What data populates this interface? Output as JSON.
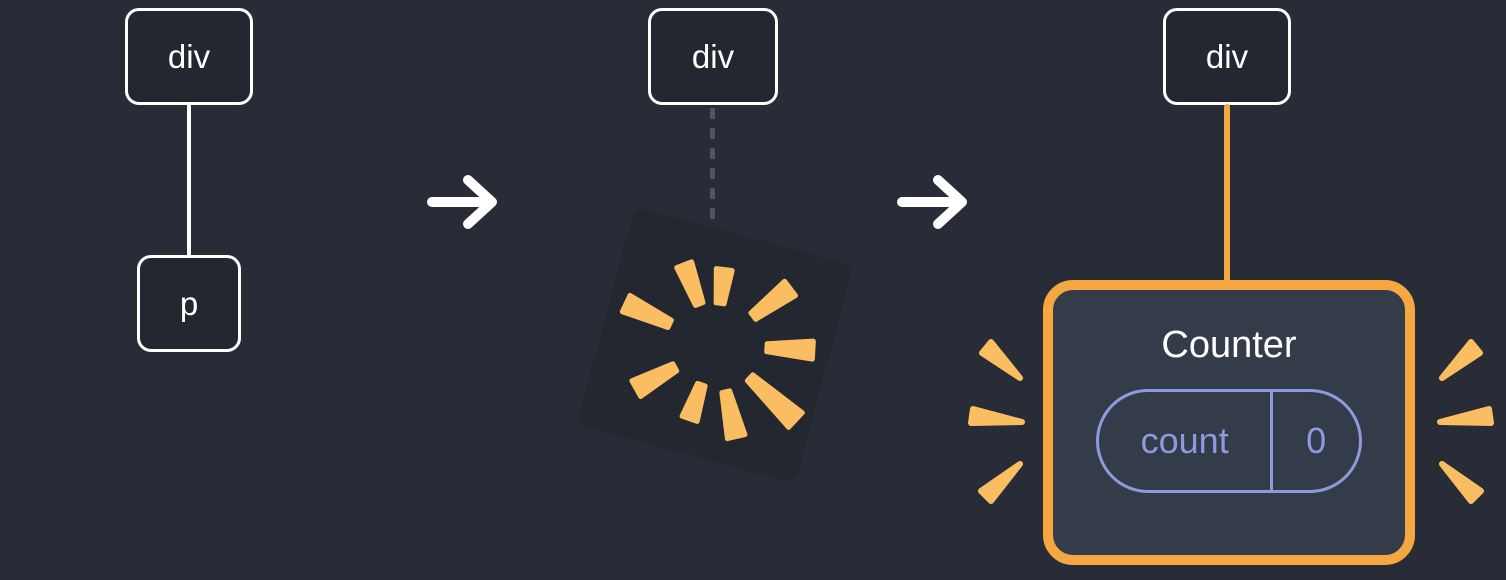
{
  "colors": {
    "bg": "#272c36",
    "node_fill": "#23272f",
    "node_border": "#ffffff",
    "text": "#ffffff",
    "orange": "#f5a742",
    "burst": "#fbbd62",
    "purple": "#8f99e0",
    "dashed": "#4f555e",
    "counter_fill": "#353c49"
  },
  "steps": {
    "before": {
      "parent": "div",
      "child": "p"
    },
    "during": {
      "parent": "div",
      "explosion_icon": "burst-explosion-icon"
    },
    "after": {
      "parent": "div",
      "component": {
        "title": "Counter",
        "state_key": "count",
        "state_value": "0"
      }
    }
  },
  "arrows": {
    "first": "arrow-right-icon",
    "second": "arrow-right-icon"
  }
}
